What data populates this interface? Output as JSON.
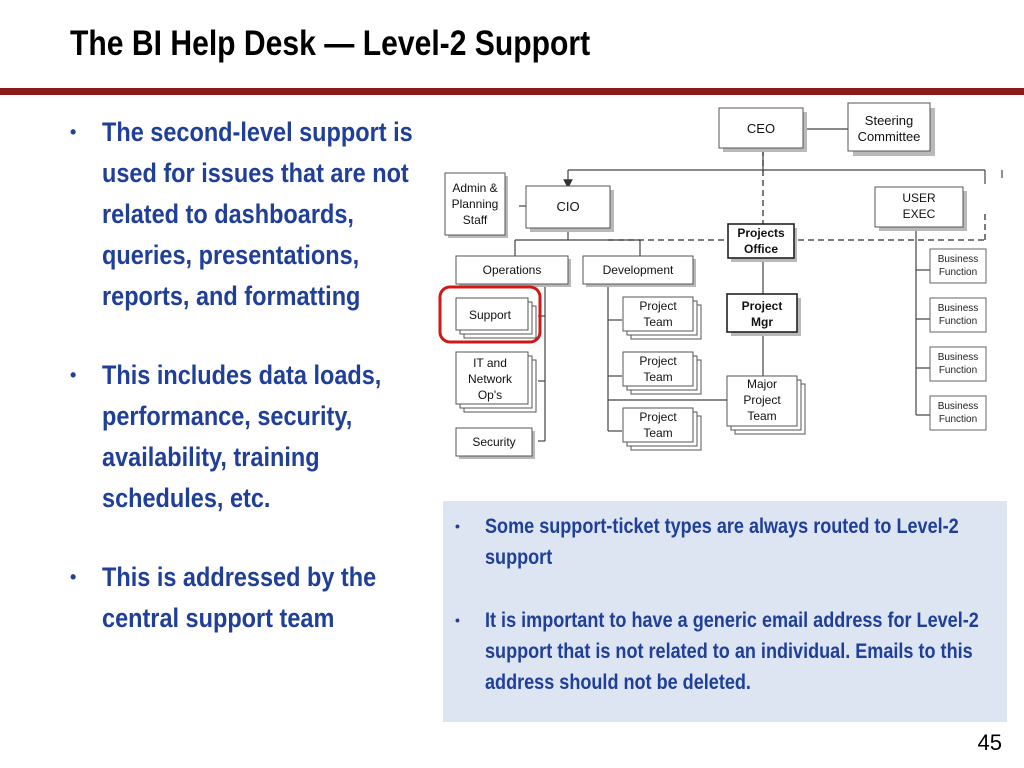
{
  "slide": {
    "title": "The BI Help Desk — Level-2 Support",
    "page_number": "45"
  },
  "left_bullets": [
    "The second-level support is used for issues that are not related to dashboards, queries, presentations, reports, and formatting",
    "This includes data loads, performance, security, availability, training schedules, etc.",
    "This is addressed by the central support team"
  ],
  "note_bullets": [
    "Some support-ticket types are always routed to Level-2 support",
    "It is important to have a generic email address for Level-2 support that is not related to an individual. Emails to this address should not be deleted."
  ],
  "bullet_glyph": "•",
  "org_chart": {
    "ceo": "CEO",
    "steering": [
      "Steering",
      "Committee"
    ],
    "admin": [
      "Admin &",
      "Planning",
      "Staff"
    ],
    "cio": "CIO",
    "user_exec": [
      "USER",
      "EXEC"
    ],
    "projects_office": [
      "Projects",
      "Office"
    ],
    "operations": "Operations",
    "development": "Development",
    "support": "Support",
    "it_network": [
      "IT and",
      "Network",
      "Op's"
    ],
    "security": "Security",
    "project_team": [
      "Project",
      "Team"
    ],
    "project_mgr": [
      "Project",
      "Mgr"
    ],
    "major_project_team": [
      "Major",
      "Project",
      "Team"
    ],
    "business_function": [
      "Business",
      "Function"
    ],
    "highlight_color": "#d01818"
  },
  "colors": {
    "title_rule": "#8b1a1a",
    "bullet_text": "#1f3f98",
    "note_background": "#dde4f2"
  }
}
